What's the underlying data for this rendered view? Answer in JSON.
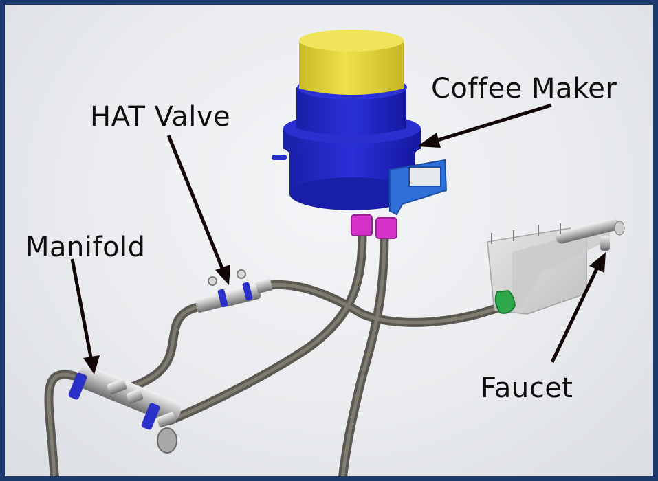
{
  "labels": {
    "coffee_maker": "Coffee Maker",
    "hat_valve": "HAT Valve",
    "manifold": "Manifold",
    "faucet": "Faucet"
  },
  "colors": {
    "frame": "#1c3a6e",
    "lid": "#e6d93a",
    "body_blue": "#1f24c8",
    "fitting_magenta": "#d432c8",
    "bracket_blue": "#2f6fd8",
    "tube": "#66635a",
    "clip_green": "#2fa84a",
    "arrow": "#120606"
  }
}
